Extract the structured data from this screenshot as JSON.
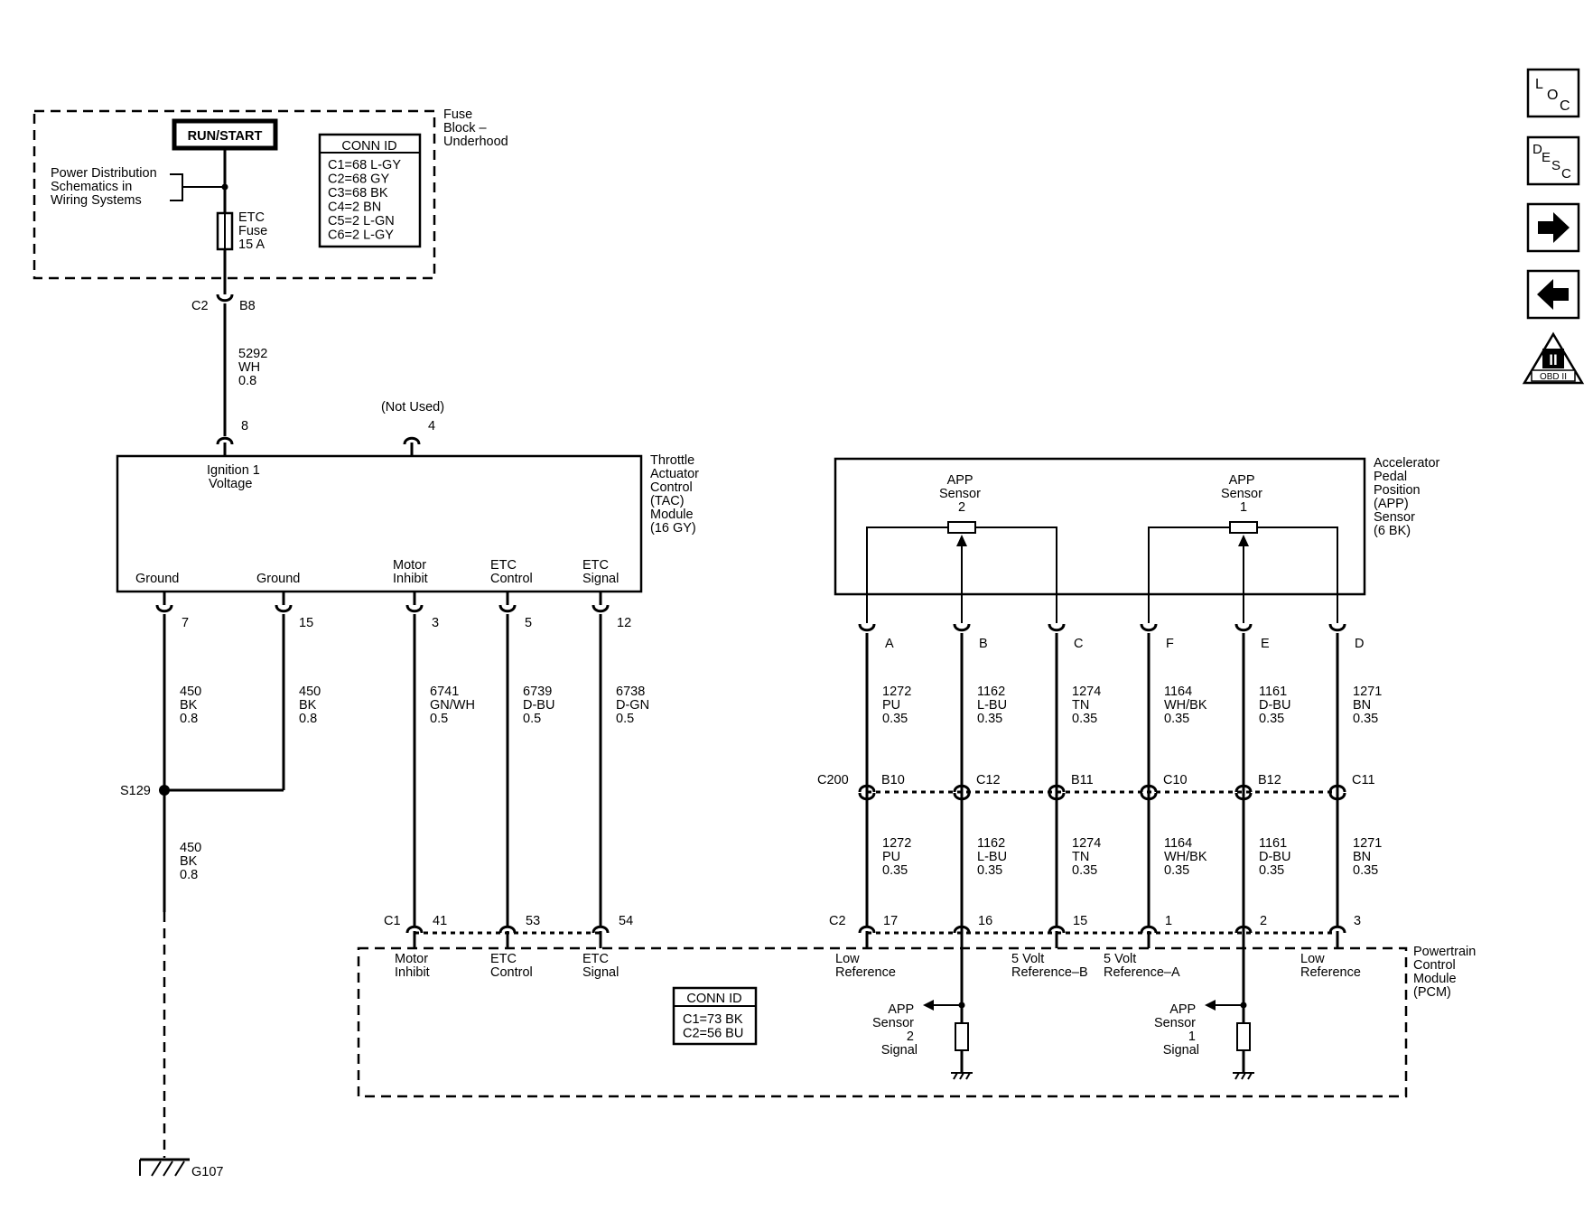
{
  "fuse_block": {
    "label": [
      "Fuse",
      "Block –",
      "Underhood"
    ],
    "run_start": "RUN/START",
    "power_dist": [
      "Power Distribution",
      "Schematics in",
      "Wiring Systems"
    ],
    "fuse": [
      "ETC",
      "Fuse",
      "15 A"
    ],
    "conn_id": {
      "title": "CONN ID",
      "rows": [
        "C1=68 L-GY",
        "C2=68 GY",
        "C3=68 BK",
        "C4=2 BN",
        "C5=2 L-GN",
        "C6=2 L-GY"
      ]
    }
  },
  "fuse_conn": {
    "conn": "C2",
    "pin": "B8"
  },
  "wire_5292": [
    "5292",
    "WH",
    "0.8"
  ],
  "tac": {
    "label": [
      "Throttle",
      "Actuator",
      "Control",
      "(TAC)",
      "Module",
      "(16 GY)"
    ],
    "pin8": "8",
    "pin4": "4",
    "not_used": "(Not Used)",
    "ign": [
      "Ignition 1",
      "Voltage"
    ],
    "ground1": "Ground",
    "ground2": "Ground",
    "motor": [
      "Motor",
      "Inhibit"
    ],
    "etc_control": [
      "ETC",
      "Control"
    ],
    "etc_signal": [
      "ETC",
      "Signal"
    ],
    "pins_bottom": [
      "7",
      "15",
      "3",
      "5",
      "12"
    ]
  },
  "tac_wires": [
    [
      "450",
      "BK",
      "0.8"
    ],
    [
      "450",
      "BK",
      "0.8"
    ],
    [
      "6741",
      "GN/WH",
      "0.5"
    ],
    [
      "6739",
      "D-BU",
      "0.5"
    ],
    [
      "6738",
      "D-GN",
      "0.5"
    ]
  ],
  "splice": {
    "label": "S129",
    "wire": [
      "450",
      "BK",
      "0.8"
    ]
  },
  "ground": {
    "label": "G107"
  },
  "pcm_conn": {
    "c1": "C1",
    "c2": "C2",
    "c1_pins": [
      "41",
      "53",
      "54"
    ],
    "c2_pins": [
      "17",
      "16",
      "15",
      "1",
      "2",
      "3"
    ]
  },
  "app": {
    "label": [
      "Accelerator",
      "Pedal",
      "Position",
      "(APP)",
      "Sensor",
      "(6 BK)"
    ],
    "sensor2": [
      "APP",
      "Sensor",
      "2"
    ],
    "sensor1": [
      "APP",
      "Sensor",
      "1"
    ],
    "pins": [
      "A",
      "B",
      "C",
      "F",
      "E",
      "D"
    ]
  },
  "app_wires_upper": [
    [
      "1272",
      "PU",
      "0.35"
    ],
    [
      "1162",
      "L-BU",
      "0.35"
    ],
    [
      "1274",
      "TN",
      "0.35"
    ],
    [
      "1164",
      "WH/BK",
      "0.35"
    ],
    [
      "1161",
      "D-BU",
      "0.35"
    ],
    [
      "1271",
      "BN",
      "0.35"
    ]
  ],
  "c200": {
    "label": "C200",
    "pins": [
      "B10",
      "C12",
      "B11",
      "C10",
      "B12",
      "C11"
    ]
  },
  "app_wires_lower": [
    [
      "1272",
      "PU",
      "0.35"
    ],
    [
      "1162",
      "L-BU",
      "0.35"
    ],
    [
      "1274",
      "TN",
      "0.35"
    ],
    [
      "1164",
      "WH/BK",
      "0.35"
    ],
    [
      "1161",
      "D-BU",
      "0.35"
    ],
    [
      "1271",
      "BN",
      "0.35"
    ]
  ],
  "pcm": {
    "label": [
      "Powertrain",
      "Control",
      "Module",
      "(PCM)"
    ],
    "motor": [
      "Motor",
      "Inhibit"
    ],
    "etc_control": [
      "ETC",
      "Control"
    ],
    "etc_signal": [
      "ETC",
      "Signal"
    ],
    "low_ref1": [
      "Low",
      "Reference"
    ],
    "five_b": [
      "5 Volt",
      "Reference–B"
    ],
    "five_a": [
      "5 Volt",
      "Reference–A"
    ],
    "low_ref2": [
      "Low",
      "Reference"
    ],
    "app2_signal": [
      "APP",
      "Sensor",
      "2",
      "Signal"
    ],
    "app1_signal": [
      "APP",
      "Sensor",
      "1",
      "Signal"
    ],
    "conn_id": {
      "title": "CONN ID",
      "rows": [
        "C1=73 BK",
        "C2=56 BU"
      ]
    }
  },
  "nav": {
    "loc": [
      "L",
      "O",
      "C"
    ],
    "desc": [
      "D",
      "E",
      "S",
      "C"
    ],
    "obd_big": "II",
    "obd_small": "OBD II"
  }
}
